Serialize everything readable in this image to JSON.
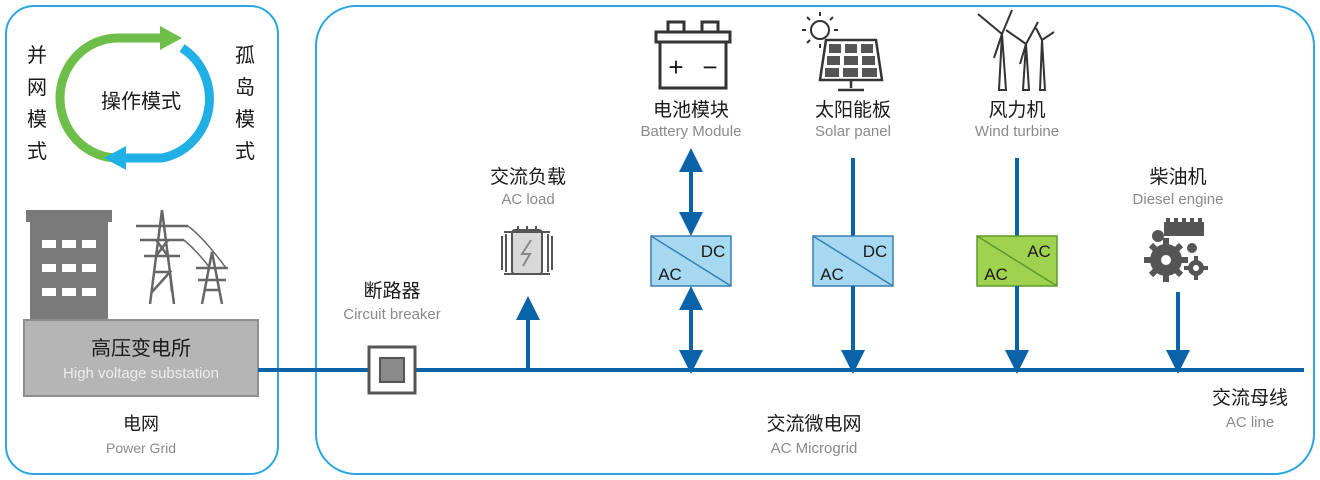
{
  "colors": {
    "frame": "#2aa7df",
    "bus": "#0a63a8",
    "green": "#6ebe4a",
    "cyan": "#20b0e6",
    "converter_blue": "#a6d8f1",
    "converter_green": "#9fd24e",
    "building": "#7a7a7a",
    "substation_box": "#b5b5b5"
  },
  "modes": {
    "center": "操作模式",
    "left_chars": [
      "并",
      "网",
      "模",
      "式"
    ],
    "right_chars": [
      "孤",
      "岛",
      "模",
      "式"
    ]
  },
  "substation": {
    "zh": "高压变电所",
    "en": "High voltage substation"
  },
  "grid": {
    "zh": "电网",
    "en": "Power Grid"
  },
  "breaker": {
    "zh": "断路器",
    "en": "Circuit breaker"
  },
  "ac_load": {
    "zh": "交流负载",
    "en": "AC load"
  },
  "battery": {
    "zh": "电池模块",
    "en": "Battery Module",
    "icon": "car-battery-icon",
    "plus": "+",
    "minus": "−"
  },
  "solar": {
    "zh": "太阳能板",
    "en": "Solar panel",
    "icon": "solar-panel-icon"
  },
  "wind": {
    "zh": "风力机",
    "en": "Wind turbine",
    "icon": "wind-turbine-icon"
  },
  "diesel": {
    "zh": "柴油机",
    "en": "Diesel engine",
    "icon": "engine-gears-icon"
  },
  "converters": {
    "battery": {
      "top": "DC",
      "bottom": "AC"
    },
    "solar": {
      "top": "DC",
      "bottom": "AC"
    },
    "wind": {
      "top": "AC",
      "bottom": "AC"
    }
  },
  "ac_line": {
    "zh": "交流母线",
    "en": "AC line"
  },
  "microgrid": {
    "zh": "交流微电网",
    "en": "AC Microgrid"
  }
}
